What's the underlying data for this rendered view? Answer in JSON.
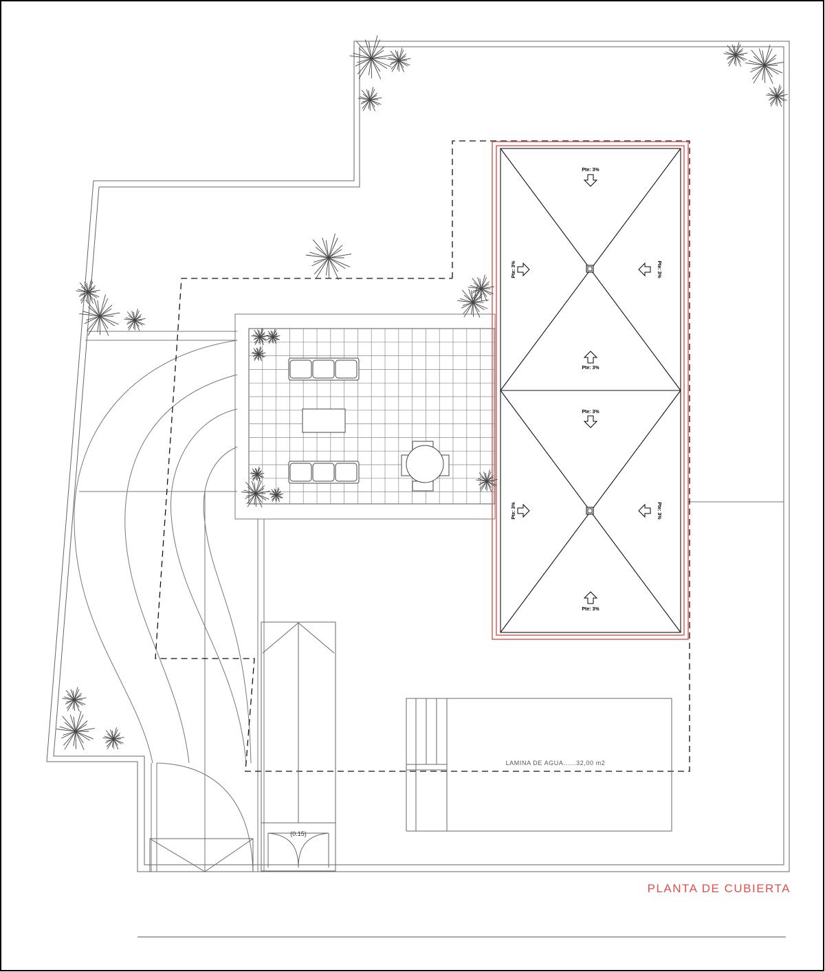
{
  "drawing": {
    "title": "PLANTA DE CUBIERTA",
    "pool_label": "LAMINA DE AGUA......32,00 m2",
    "door_label": "(0.15)",
    "slope_labels": [
      "Pte: 3%",
      "Pte: 3%",
      "Pte: 3%",
      "Pte: 3%",
      "Pte: 3%",
      "Pte: 3%",
      "Pte: 3%",
      "Pte: 3%"
    ]
  },
  "colors": {
    "line": "#555555",
    "roof_outline": "#e0504a",
    "title": "#e0504a",
    "dashed": "#111111"
  },
  "icons": {
    "plant": "plant-icon",
    "drain": "drain-icon",
    "arrow": "slope-arrow-icon"
  }
}
